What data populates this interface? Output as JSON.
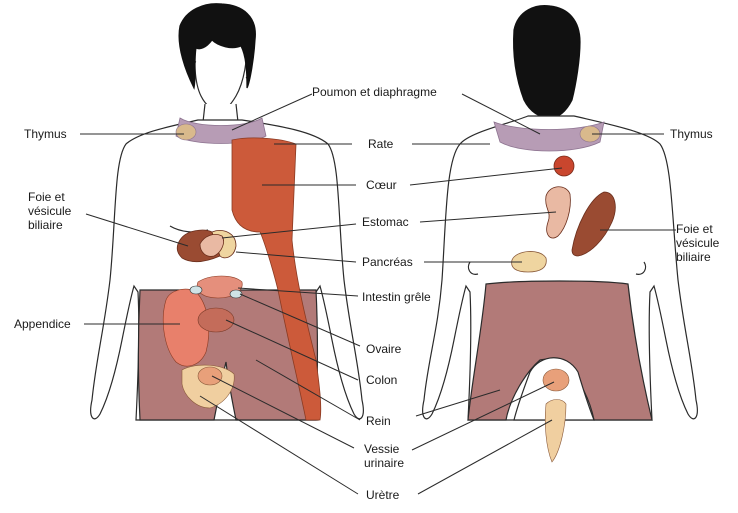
{
  "labels": {
    "thymus_front": "Thymus",
    "thymus_back": "Thymus",
    "poumon": "Poumon et diaphragme",
    "rate": "Rate",
    "coeur": "Cœur",
    "foie_front": "Foie et\nvésicule\nbiliaire",
    "foie_back": "Foie et\nvésicule\nbiliaire",
    "estomac": "Estomac",
    "pancreas": "Pancréas",
    "intestin": "Intestin grêle",
    "appendice": "Appendice",
    "ovaire": "Ovaire",
    "colon": "Colon",
    "rein": "Rein",
    "vessie": "Vessie\nurinaire",
    "uretre": "Urètre"
  },
  "colors": {
    "skin_outline": "#2b2b2b",
    "hair": "#111111",
    "neck_band": "#b79cb5",
    "thymus": "#d9b98c",
    "spleen_zone": "#cc5a3a",
    "heart": "#c9462e",
    "liver": "#9a4b32",
    "stomach": "#e9b9a3",
    "pancreas": "#efd5a0",
    "intestine": "#e58f7c",
    "appendix": "#e8806b",
    "ovary": "#c46c5a",
    "colon_zone": "#b27a78",
    "bladder": "#e8a07a",
    "urethra": "#f0cfa0",
    "leader_line": "#2b2b2b"
  }
}
